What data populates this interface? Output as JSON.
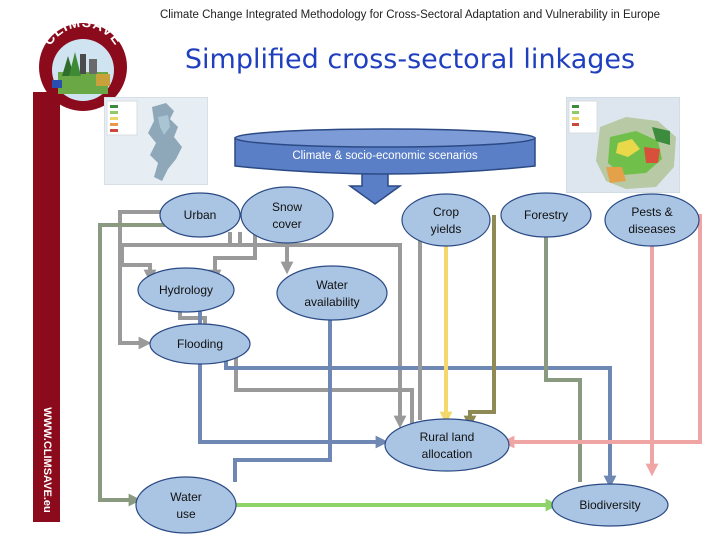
{
  "header": {
    "title": "Climate Change Integrated Methodology for Cross-Sectoral Adaptation and Vulnerability in Europe"
  },
  "slide_title": "Simplified cross-sectoral linkages",
  "logo": {
    "text": "CLIMSAVE"
  },
  "side_url": "WWW.CLIMSAVE.eu",
  "diagram": {
    "banner": "Climate & socio-economic scenarios",
    "nodes": {
      "urban": "Urban",
      "snow_1": "Snow",
      "snow_2": "cover",
      "crop_1": "Crop",
      "crop_2": "yields",
      "forestry": "Forestry",
      "pests_1": "Pests &",
      "pests_2": "diseases",
      "hydrology": "Hydrology",
      "water_avail_1": "Water",
      "water_avail_2": "availability",
      "flooding": "Flooding",
      "rural_1": "Rural land",
      "rural_2": "allocation",
      "water_use_1": "Water",
      "water_use_2": "use",
      "biodiversity": "Biodiversity"
    }
  },
  "colors": {
    "title": "#1f3fbf",
    "side_bar": "#8b0a1b",
    "banner_fill": "#5b7fc6",
    "node_fill": "#aac5e3",
    "node_stroke": "#2b4a85",
    "arrow_grey": "#9a9a9a",
    "arrow_blue": "#6f88b3",
    "arrow_olive": "#8f8a55",
    "arrow_sage": "#8a9a80",
    "arrow_pink": "#f0a5a5",
    "arrow_yellow": "#f4d86c",
    "arrow_green": "#8dd36a"
  }
}
